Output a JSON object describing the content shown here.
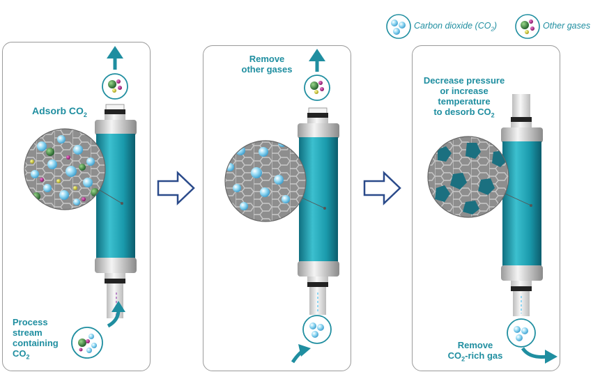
{
  "legend": {
    "co2_prefix": "Carbon dioxide (CO",
    "co2_sub": "2",
    "co2_suffix": ")",
    "other": "Other gases"
  },
  "panel1": {
    "adsorb_prefix": "Adsorb CO",
    "adsorb_sub": "2",
    "process_line1": "Process",
    "process_line2": "stream",
    "process_line3": "containing",
    "process_line4_prefix": "CO",
    "process_line4_sub": "2"
  },
  "panel2": {
    "remove_line1": "Remove",
    "remove_line2": "other gases"
  },
  "panel3": {
    "decrease_line1": "Decrease pressure",
    "decrease_line2": "or increase",
    "decrease_line3": "temperature",
    "decrease_line4_prefix": "to desorb CO",
    "decrease_line4_sub": "2",
    "remove_line1": "Remove",
    "remove_line2_prefix": "CO",
    "remove_line2_sub": "2",
    "remove_line2_suffix": "-rich gas"
  },
  "colors": {
    "teal": "#1f8ea0",
    "column": "#1fa0b0",
    "co2_bubble": "#8fd6f2",
    "other_green": "#2e7a3a",
    "other_magenta": "#b0248a",
    "other_yellow": "#d8d020",
    "arrow_outline": "#2a4a8a"
  }
}
